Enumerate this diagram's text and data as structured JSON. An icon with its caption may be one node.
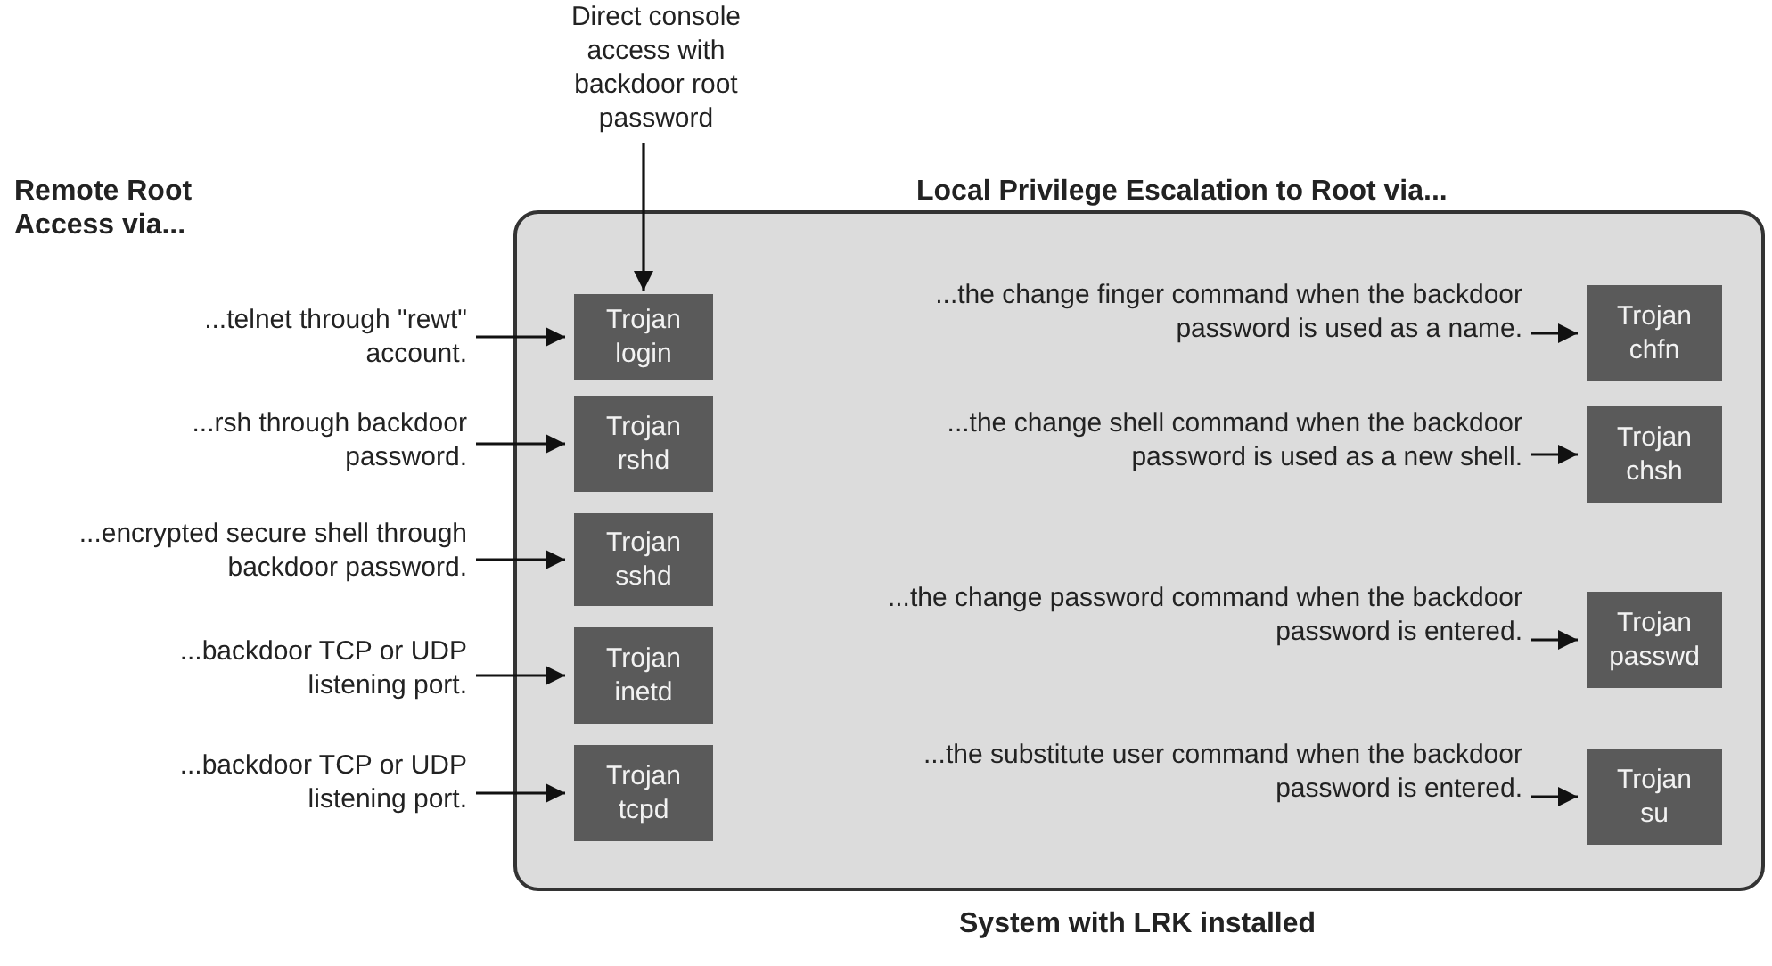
{
  "diagram": {
    "nodes": [
      {
        "text": [
          "Direct console access with backdoor root password"
        ]
      },
      {
        "text": [
          "System with LRK installed"
        ]
      },
      {
        "text": [
          "...telnet through \"rewt\" account."
        ]
      },
      {
        "text": [
          "Trojan login"
        ],
        "in": 1
      },
      {
        "text": [
          "...rsh through backdoor password."
        ]
      },
      {
        "text": [
          "Trojan rshd"
        ],
        "in": 1
      },
      {
        "text": [
          "...encrypted secure shell through backdoor password."
        ]
      },
      {
        "text": [
          "Trojan sshd"
        ],
        "in": 1
      },
      {
        "text": [
          "...backdoor TCP or UDP listening port."
        ]
      },
      {
        "text": [
          "Trojan inetd"
        ],
        "in": 1
      },
      {
        "text": [
          "...backdoor TCP or UDP listening port."
        ]
      },
      {
        "text": [
          "Trojan tcpd"
        ],
        "in": 1
      },
      {
        "text": [
          "...the change finger command when the backdoor password is used as a name."
        ],
        "in": 1
      },
      {
        "text": [
          "Trojan chfn"
        ],
        "in": 1
      },
      {
        "text": [
          "...the change shell command when the backdoor password is used as a new shell."
        ],
        "in": 1
      },
      {
        "text": [
          "Trojan chsh"
        ],
        "in": 1
      },
      {
        "text": [
          "...the change password command when the backdoor password is entered."
        ],
        "in": 1
      },
      {
        "text": [
          "Trojan passwd"
        ],
        "in": 1
      },
      {
        "text": [
          "...the substitute user command when the backdoor password is entered."
        ],
        "in": 1
      },
      {
        "text": [
          "Trojan su"
        ],
        "in": 1
      }
    ],
    "edges": [
      {
        "from": 0,
        "to": 3,
        "arrow": "to"
      },
      {
        "from": 2,
        "to": 3,
        "arrow": "to"
      },
      {
        "from": 4,
        "to": 5,
        "arrow": "to"
      },
      {
        "from": 6,
        "to": 7,
        "arrow": "to"
      },
      {
        "from": 8,
        "to": 9,
        "arrow": "to"
      },
      {
        "from": 10,
        "to": 11,
        "arrow": "to"
      },
      {
        "from": 12,
        "to": 13,
        "arrow": "to"
      },
      {
        "from": 14,
        "to": 15,
        "arrow": "to"
      },
      {
        "from": 16,
        "to": 17,
        "arrow": "to"
      },
      {
        "from": 18,
        "to": 19,
        "arrow": "to"
      }
    ],
    "labels": [
      "Remote Root Access via...",
      "Local Privilege Escalation to Root via..."
    ]
  }
}
